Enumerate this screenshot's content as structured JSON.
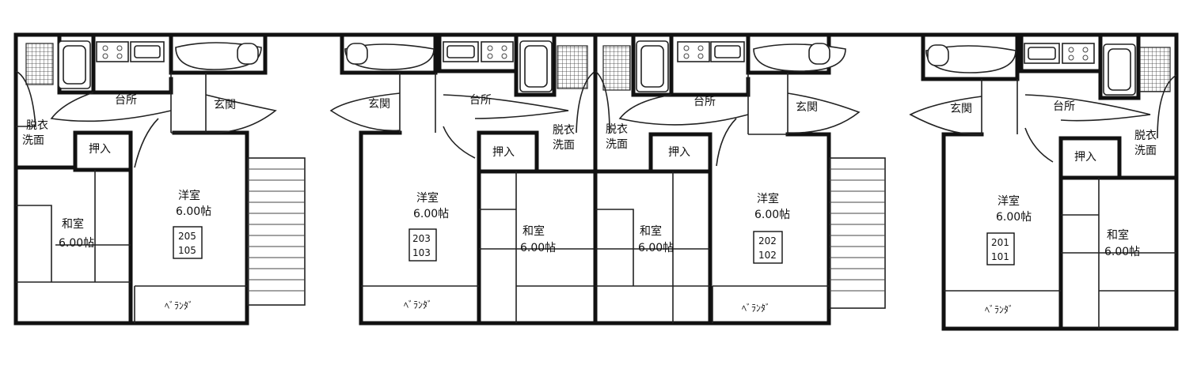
{
  "labels": {
    "kitchen": "台所",
    "entrance": "玄関",
    "dressing_1": "脱衣",
    "dressing_2": "洗面",
    "closet": "押入",
    "western": "洋室",
    "japanese": "和室",
    "size": "6.00帖",
    "veranda": "ﾍﾞﾗﾝﾀﾞ"
  },
  "units": [
    {
      "upper": "205",
      "lower": "105"
    },
    {
      "upper": "203",
      "lower": "103"
    },
    {
      "upper": "202",
      "lower": "102"
    },
    {
      "upper": "201",
      "lower": "101"
    }
  ]
}
